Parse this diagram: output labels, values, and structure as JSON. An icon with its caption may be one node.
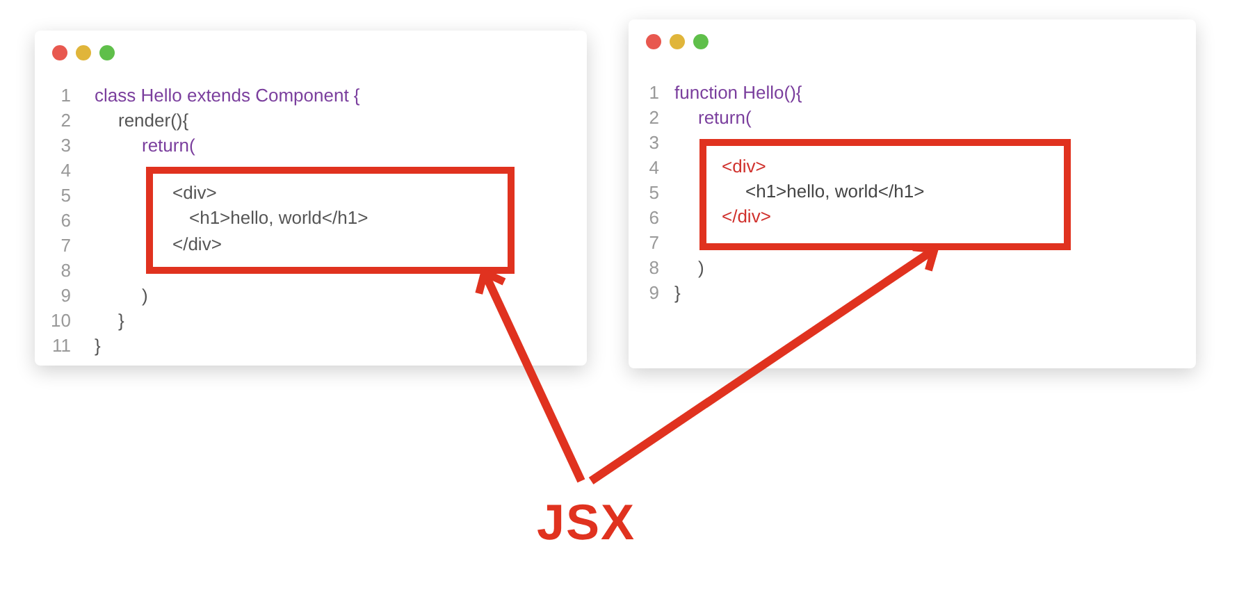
{
  "diagram": {
    "nodes": [
      {
        "text": [
          "class Hello extends Component {",
          "render(){",
          "return(",
          ")",
          "}",
          "}"
        ]
      },
      {
        "text": [
          "<div>",
          "<h1>hello, world</h1>",
          "</div>"
        ],
        "in": 0
      },
      {
        "text": [
          "function Hello(){",
          "return(",
          ")",
          "}"
        ]
      },
      {
        "text": [
          "<div>",
          "<h1>hello, world</h1>",
          "</div>"
        ],
        "in": 2
      },
      {
        "text": [
          "JSX"
        ]
      }
    ],
    "edges": [
      {
        "from": 4,
        "to": 1,
        "arrow": "to"
      },
      {
        "from": 4,
        "to": 3,
        "arrow": "to"
      }
    ],
    "labels": [
      "1",
      "2",
      "3",
      "4",
      "5",
      "6",
      "7",
      "8",
      "9",
      "10",
      "11",
      "1",
      "2",
      "3",
      "4",
      "5",
      "6",
      "7",
      "8",
      "9"
    ]
  }
}
